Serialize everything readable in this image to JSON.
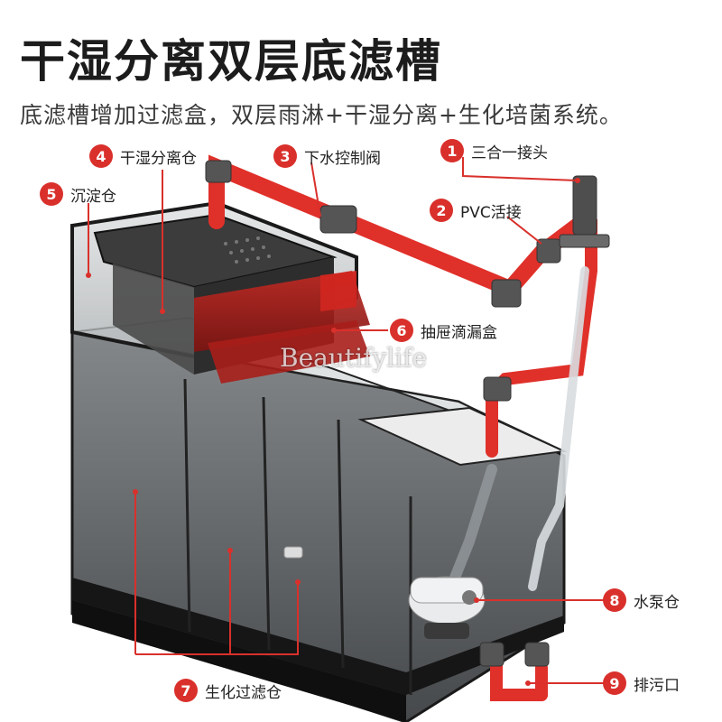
{
  "title": "干湿分离双层底滤槽",
  "subtitle": "底滤槽增加过滤盒，双层雨淋+干湿分离+生化培菌系统。",
  "watermark": "Beautifylife",
  "colors": {
    "accent": "#d9302b",
    "pipe": "#e0302a",
    "tank_dark": "#1f1f1f"
  },
  "callouts": [
    {
      "num": "1",
      "label": "三合一接头"
    },
    {
      "num": "2",
      "label": "PVC活接"
    },
    {
      "num": "3",
      "label": "下水控制阀"
    },
    {
      "num": "4",
      "label": "干湿分离仓"
    },
    {
      "num": "5",
      "label": "沉淀仓"
    },
    {
      "num": "6",
      "label": "抽屉滴漏盒"
    },
    {
      "num": "7",
      "label": "生化过滤仓"
    },
    {
      "num": "8",
      "label": "水泵仓"
    },
    {
      "num": "9",
      "label": "排污口"
    }
  ]
}
